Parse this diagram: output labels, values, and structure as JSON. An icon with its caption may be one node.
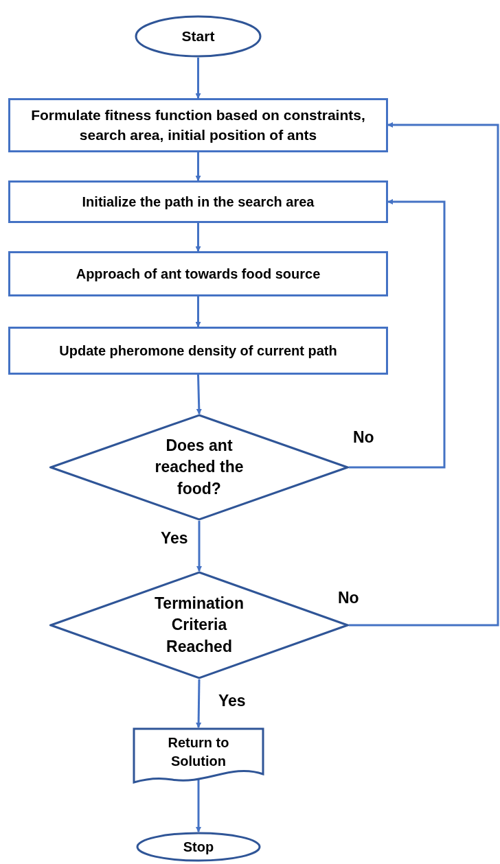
{
  "diagram": {
    "nodes": [
      {
        "text": [
          "Start"
        ]
      },
      {
        "text": [
          "Formulate fitness function based on constraints, search area, initial position of ants"
        ]
      },
      {
        "text": [
          "Initialize the path in the search area"
        ]
      },
      {
        "text": [
          "Approach of ant towards food source"
        ]
      },
      {
        "text": [
          "Update pheromone density of current path"
        ]
      },
      {
        "text": [
          "Does ant reached the food?"
        ]
      },
      {
        "text": [
          "Termination Criteria Reached"
        ]
      },
      {
        "text": [
          "Return to Solution"
        ]
      },
      {
        "text": [
          "Stop"
        ]
      }
    ],
    "edges": [
      {
        "from": 0,
        "to": 1,
        "arrow": "to"
      },
      {
        "from": 1,
        "to": 2,
        "arrow": "to"
      },
      {
        "from": 2,
        "to": 3,
        "arrow": "to"
      },
      {
        "from": 3,
        "to": 4,
        "arrow": "to"
      },
      {
        "from": 4,
        "to": 5,
        "arrow": "to"
      },
      {
        "from": 5,
        "to": 2,
        "arrow": "to",
        "label": "No"
      },
      {
        "from": 5,
        "to": 6,
        "arrow": "to",
        "label": "Yes"
      },
      {
        "from": 6,
        "to": 1,
        "arrow": "to",
        "label": "No"
      },
      {
        "from": 6,
        "to": 7,
        "arrow": "to",
        "label": "Yes"
      },
      {
        "from": 7,
        "to": 8,
        "arrow": "to"
      }
    ]
  }
}
